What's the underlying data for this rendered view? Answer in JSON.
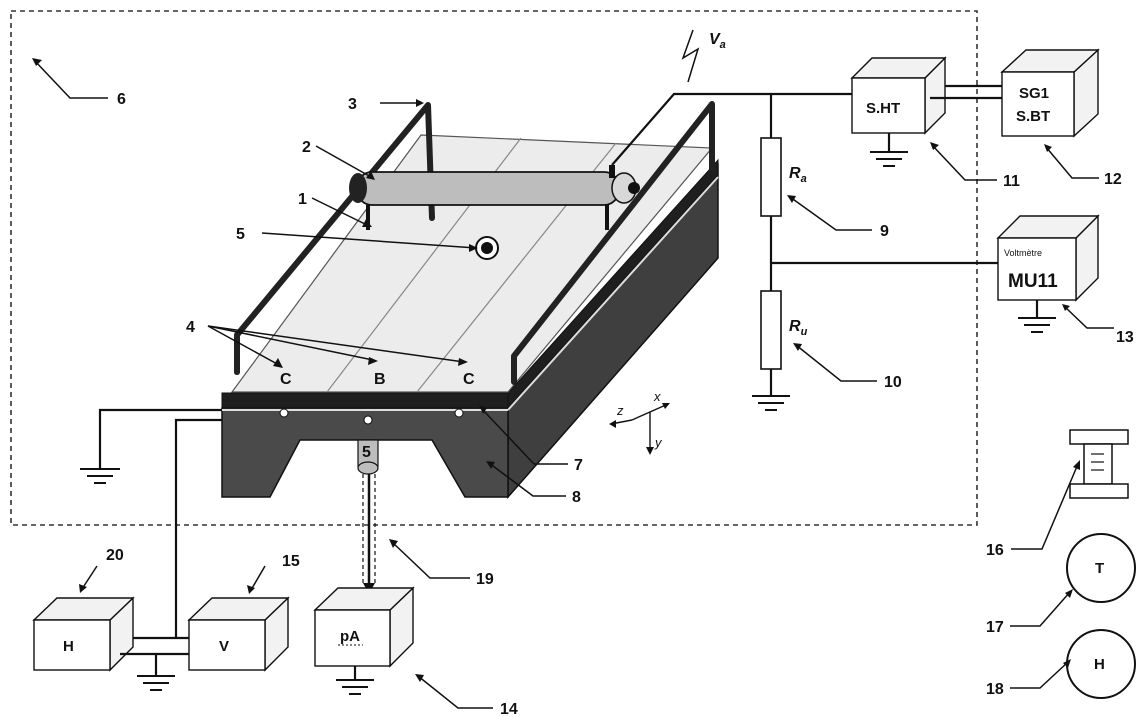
{
  "labels": {
    "vsource": "V",
    "vsource_sub": "a",
    "res_a": "R",
    "res_a_sub": "a",
    "res_u": "R",
    "res_u_sub": "u",
    "strip_left": "C",
    "strip_mid": "B",
    "strip_right": "C",
    "axis_z": "z",
    "axis_x": "x",
    "axis_y": "y",
    "probe_5": "5"
  },
  "boxes": {
    "sht": "S.HT",
    "sg1_line1": "SG1",
    "sg1_line2": "S.BT",
    "voltmetre_small": "Voltmètre",
    "voltmetre_main": "MU11",
    "h_box": "H",
    "v_box": "V",
    "pa_box": "pA",
    "t_circle": "T",
    "h_circle": "H"
  },
  "numbers": {
    "n1": "1",
    "n2": "2",
    "n3": "3",
    "n4": "4",
    "n5": "5",
    "n6": "6",
    "n7": "7",
    "n8": "8",
    "n9": "9",
    "n10": "10",
    "n11": "11",
    "n12": "12",
    "n13": "13",
    "n14": "14",
    "n15": "15",
    "n16": "16",
    "n17": "17",
    "n18": "18",
    "n19": "19",
    "n20": "20"
  }
}
